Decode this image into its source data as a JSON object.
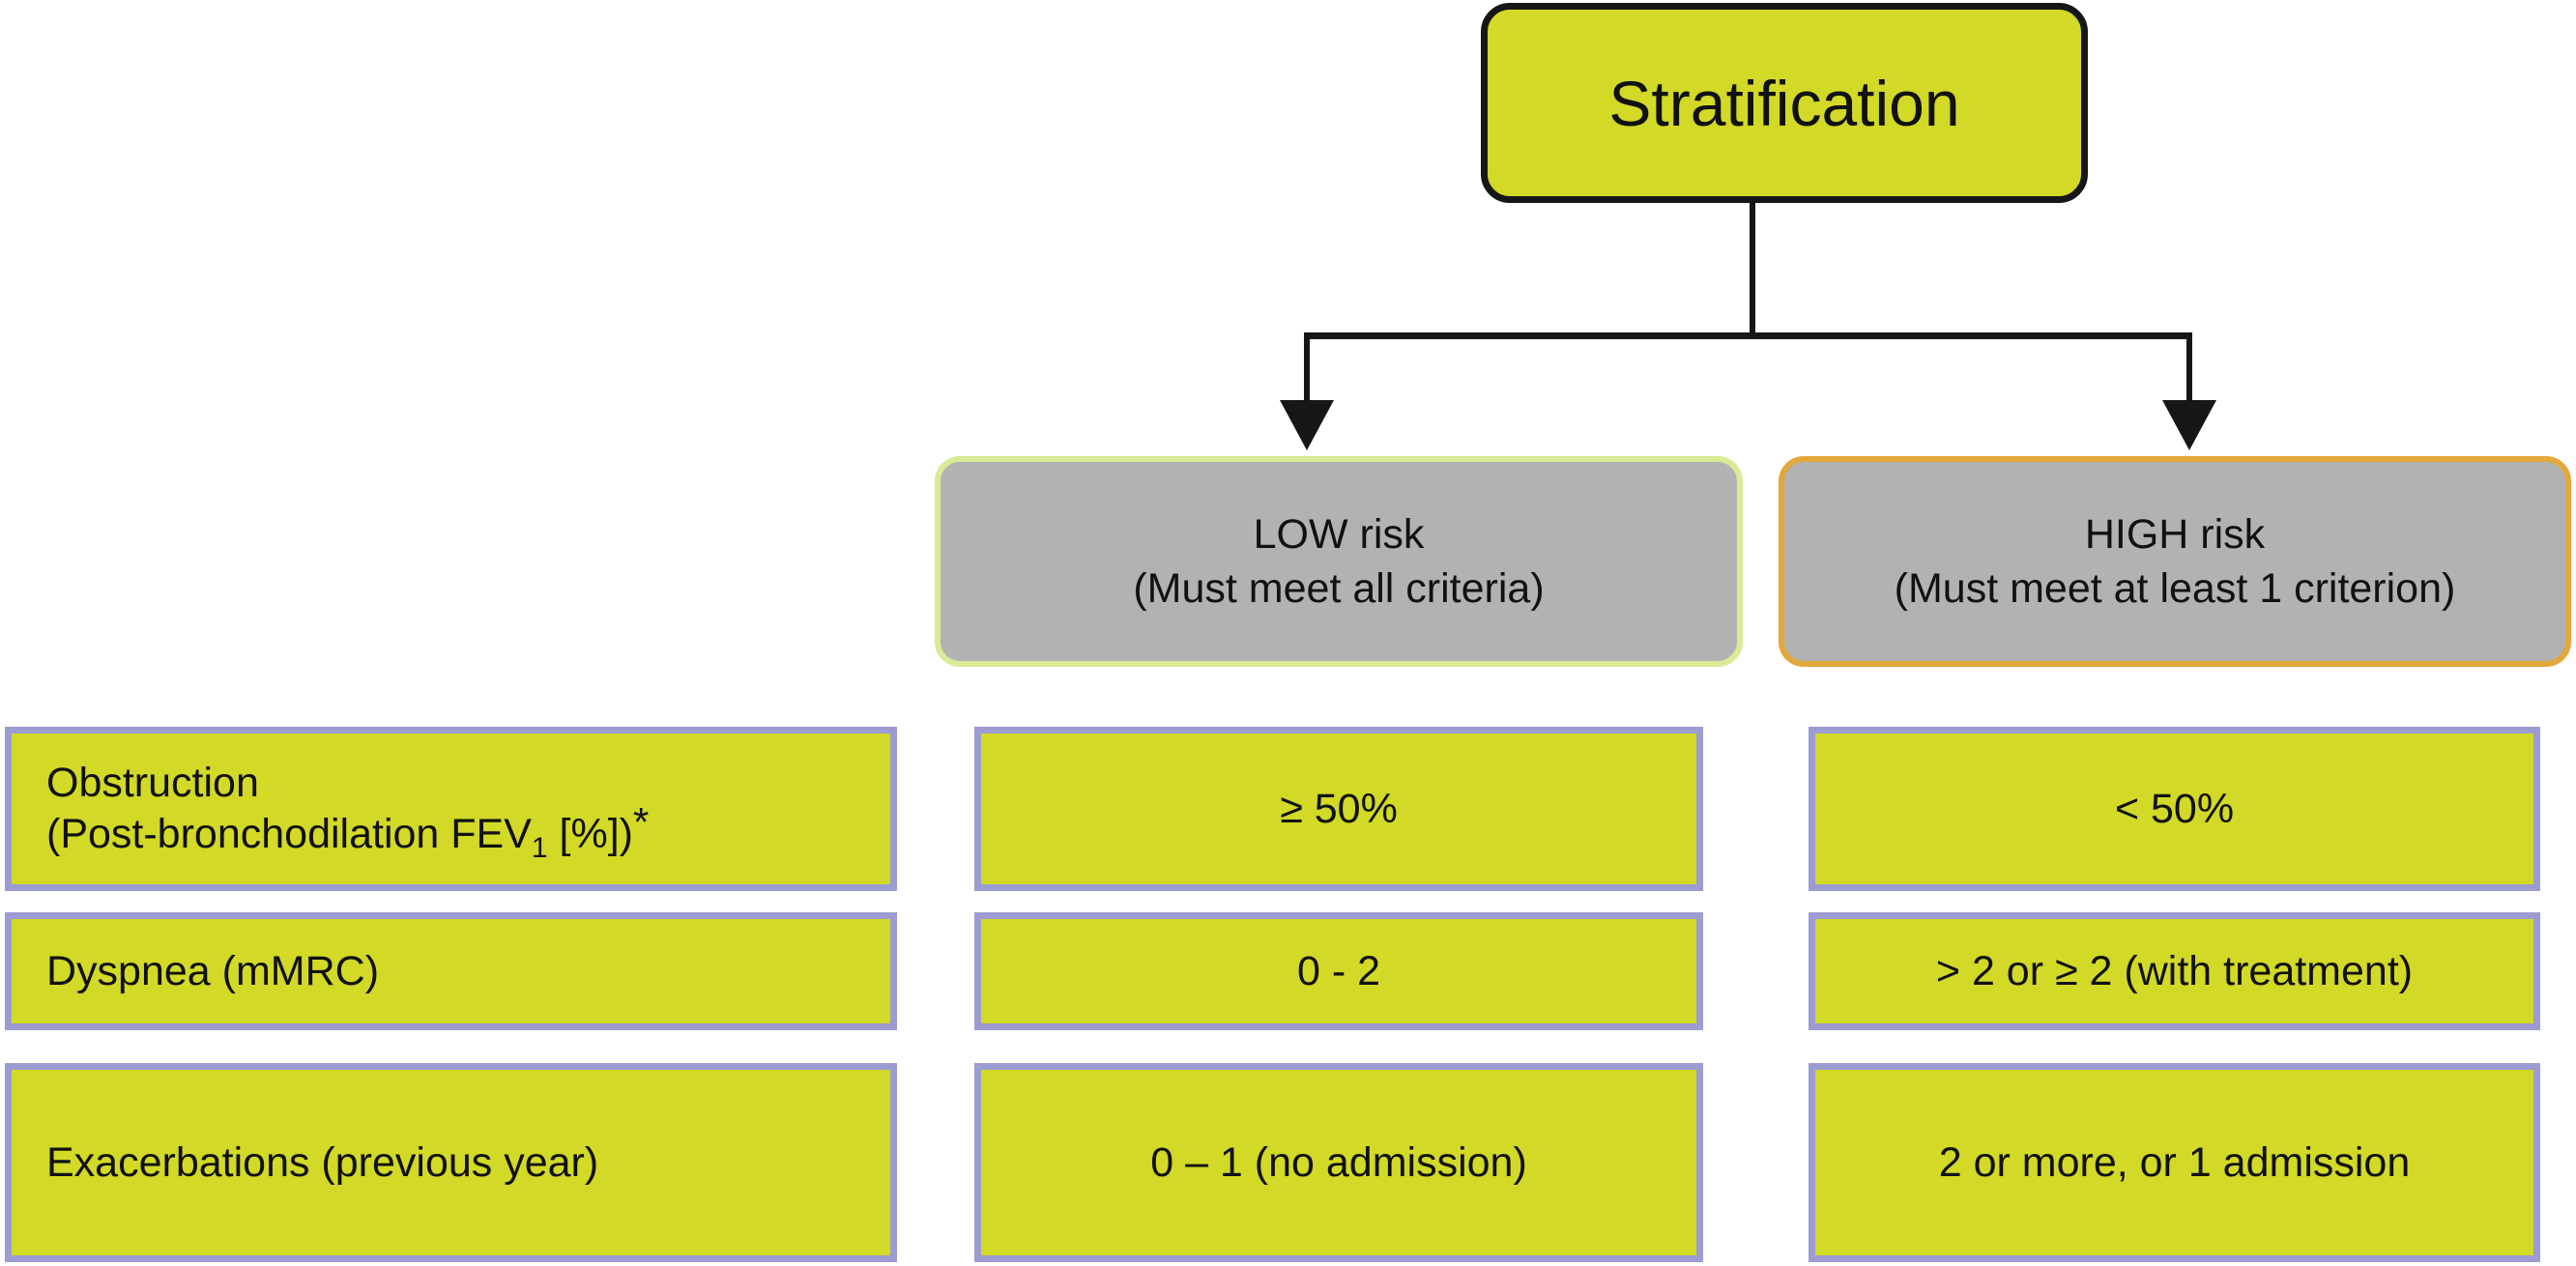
{
  "palette": {
    "yellow": "#d2d926",
    "gray_fill": "#b2b2b2",
    "line_black": "#161616",
    "text_black": "#111111",
    "row_border": "#9c9cd2",
    "low_border": "#d9eb94",
    "high_border": "#e3a83b",
    "page_bg": "#ffffff"
  },
  "root": {
    "label": "Stratification"
  },
  "branches": [
    {
      "id": "low",
      "title": "LOW risk",
      "subtitle": "(Must meet all criteria)"
    },
    {
      "id": "high",
      "title": "HIGH risk",
      "subtitle": "(Must meet at least 1 criterion)"
    }
  ],
  "rows": [
    {
      "label": {
        "line1": "Obstruction",
        "line2_pre": "(Post-bronchodilation FEV",
        "sub": "1",
        "line2_mid": " [%])",
        "sup": "*"
      },
      "low": "≥ 50%",
      "high": "< 50%"
    },
    {
      "label": {
        "line1": "Dyspnea (mMRC)"
      },
      "low": "0 - 2",
      "high": "> 2 or ≥ 2 (with treatment)"
    },
    {
      "label": {
        "line1": "Exacerbations (previous year)"
      },
      "low": "0 – 1 (no admission)",
      "high": "2 or more, or 1 admission"
    }
  ]
}
